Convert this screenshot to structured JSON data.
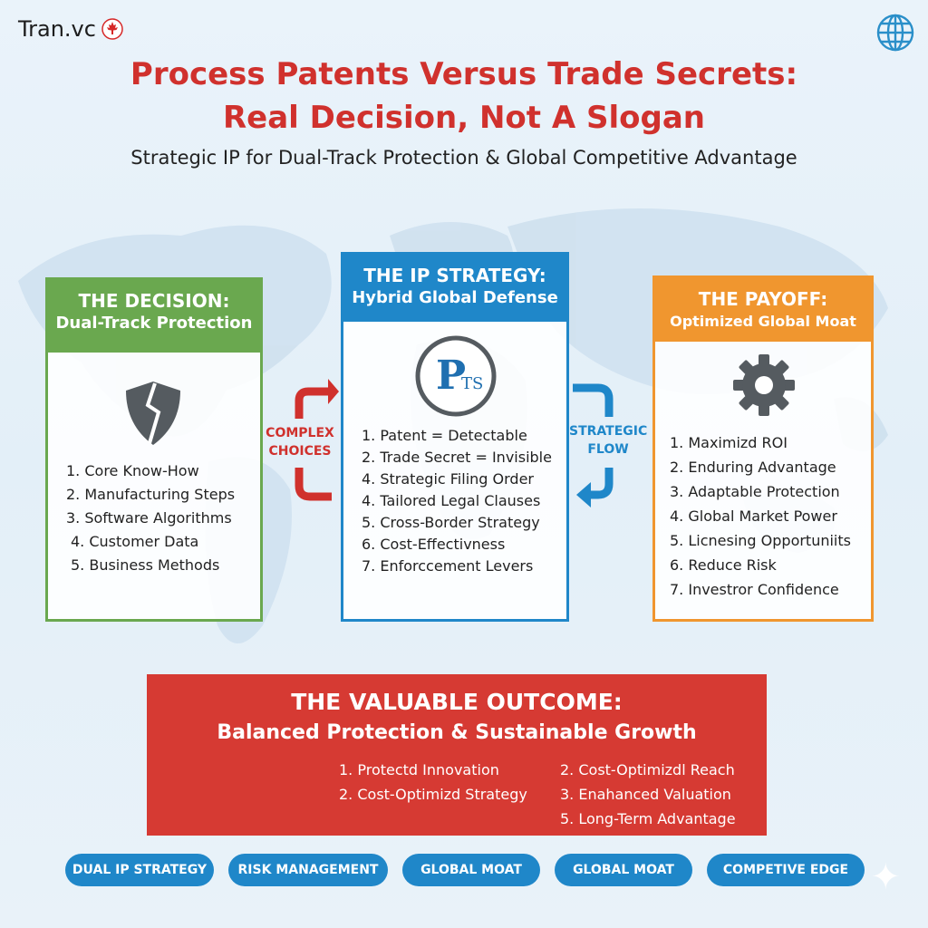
{
  "brand": {
    "name": "Tran.vc",
    "flag_icon": "maple-leaf-icon"
  },
  "header": {
    "title_line1": "Process Patents Versus Trade Secrets:",
    "title_line2": "Real Decision, Not A Slogan",
    "subtitle": "Strategic IP for Dual-Track Protection & Global Competitive Advantage"
  },
  "decision": {
    "title": "THE DECISION:",
    "subtitle": "Dual-Track Protection",
    "icon": "broken-shield-icon",
    "items": [
      "1. Core Know-How",
      "2. Manufacturing Steps",
      "3. Software Algorithms",
      "4. Customer Data",
      "5. Business Methods"
    ]
  },
  "complex_label": {
    "line1": "COMPLEX",
    "line2": "CHOICES"
  },
  "strategy": {
    "title": "THE IP STRATEGY:",
    "subtitle": "Hybrid Global Defense",
    "logo_main": "P",
    "logo_sub": "TS",
    "items": [
      "1. Patent = Detectable",
      "2. Trade Secret = Invisible",
      "4. Strategic Filing Order",
      "4. Tailored Legal Clauses",
      "5. Cross-Border Strategy",
      "6. Cost-Effectivness",
      "7. Enforccement Levers"
    ]
  },
  "flow_label": {
    "line1": "STRATEGIC",
    "line2": "FLOW"
  },
  "payoff": {
    "title": "THE PAYOFF:",
    "subtitle": "Optimized Global Moat",
    "icon": "gear-icon",
    "items": [
      "1. Maximizd ROI",
      "2. Enduring Advantage",
      "3. Adaptable Protection",
      "4. Global Market Power",
      "5. Licnesing Opportuniits",
      "6. Reduce Risk",
      "7. Investror Confidence"
    ]
  },
  "outcome": {
    "title": "THE VALUABLE OUTCOME:",
    "subtitle": "Balanced Protection & Sustainable Growth",
    "col1": [
      "1. Protectd Innovation",
      "2. Cost-Optimizd Strategy"
    ],
    "col2": [
      "2. Cost-Optimizdl Reach",
      "3. Enahanced Valuation",
      "5. Long-Term Advantage"
    ]
  },
  "tags": [
    "DUAL IP STRATEGY",
    "RISK MANAGEMENT",
    "GLOBAL MOAT",
    "GLOBAL MOAT",
    "COMPETIVE EDGE"
  ],
  "colors": {
    "green": "#6aa84f",
    "blue": "#1f87c9",
    "orange": "#f0962f",
    "red": "#d0312d"
  }
}
